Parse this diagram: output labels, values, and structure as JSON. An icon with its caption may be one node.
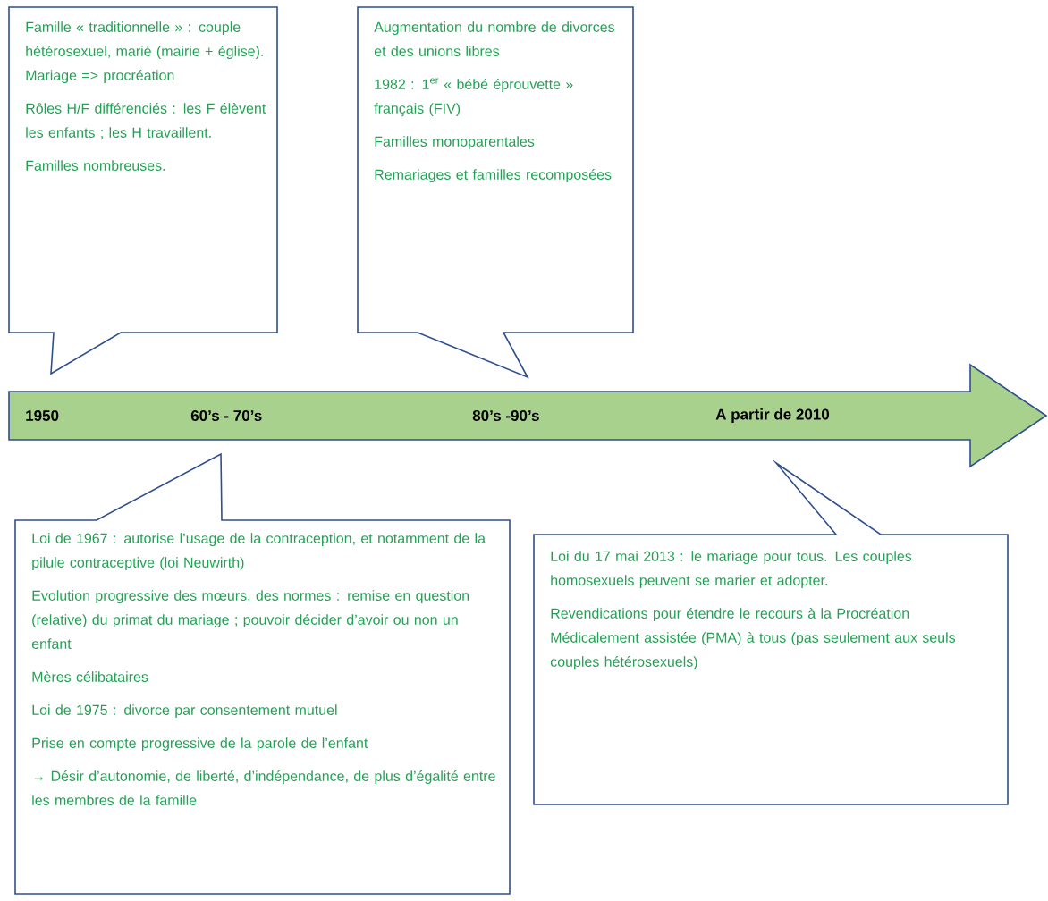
{
  "diagram": {
    "nodes": [
      {
        "text": [
          "Famille « traditionnelle » : couple hétérosexuel, marié (mairie + église). Mariage => procréation",
          "Rôles H/F différenciés : les F élèvent les enfants ; les H travaillent.",
          "Familles nombreuses."
        ]
      },
      {
        "text": [
          "Augmentation du nombre de divorces et des unions libres",
          "1982 : 1$^{er}$ « bébé éprouvette » français (FIV)",
          "Familles monoparentales",
          "Remariages et familles recomposées"
        ]
      },
      {
        "text": [
          "1950",
          "60’s - 70’s",
          "80’s -90’s",
          "A partir de 2010"
        ]
      },
      {
        "text": [
          "Loi de 1967 : autorise l’usage de la contraception, et notamment de la pilule contraceptive (loi Neuwirth)",
          "Evolution progressive des mœurs, des normes : remise en question (relative) du primat du mariage ; pouvoir décider d’avoir ou non un enfant",
          "Mères célibataires",
          "Loi de 1975 : divorce par consentement mutuel",
          "Prise en compte progressive de la parole de l’enfant",
          "→ Désir d’autonomie, de liberté, d’indépendance, de plus d’égalité entre les membres de la famille"
        ]
      },
      {
        "text": [
          "Loi du 17 mai 2013 : le mariage pour tous. Les couples homosexuels peuvent se marier et adopter.",
          "Revendications pour étendre le recours à la Procréation Médicalement assistée (PMA) à tous (pas seulement aux seuls couples hétérosexuels)"
        ]
      }
    ]
  }
}
